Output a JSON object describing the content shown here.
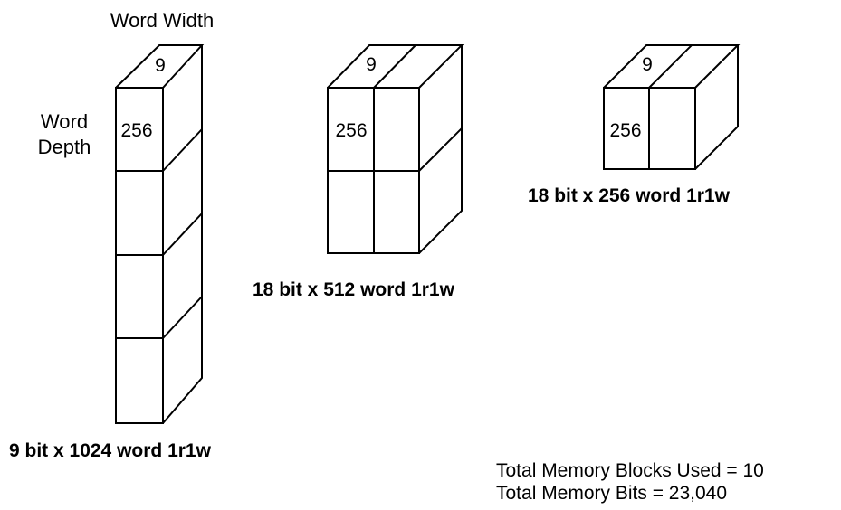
{
  "header": {
    "word_width": "Word Width",
    "word_depth_line1": "Word",
    "word_depth_line2": "Depth"
  },
  "configs": [
    {
      "width_label": "9",
      "depth_label": "256",
      "caption": "9 bit x 1024 word 1r1w"
    },
    {
      "width_label": "9",
      "depth_label": "256",
      "caption": "18 bit x 512 word 1r1w"
    },
    {
      "width_label": "9",
      "depth_label": "256",
      "caption": "18 bit x 256 word 1r1w"
    }
  ],
  "summary": {
    "blocks_used": "Total Memory Blocks Used = 10",
    "memory_bits": "Total Memory Bits = 23,040"
  },
  "colors": {
    "stroke": "#000000",
    "background": "#ffffff"
  }
}
